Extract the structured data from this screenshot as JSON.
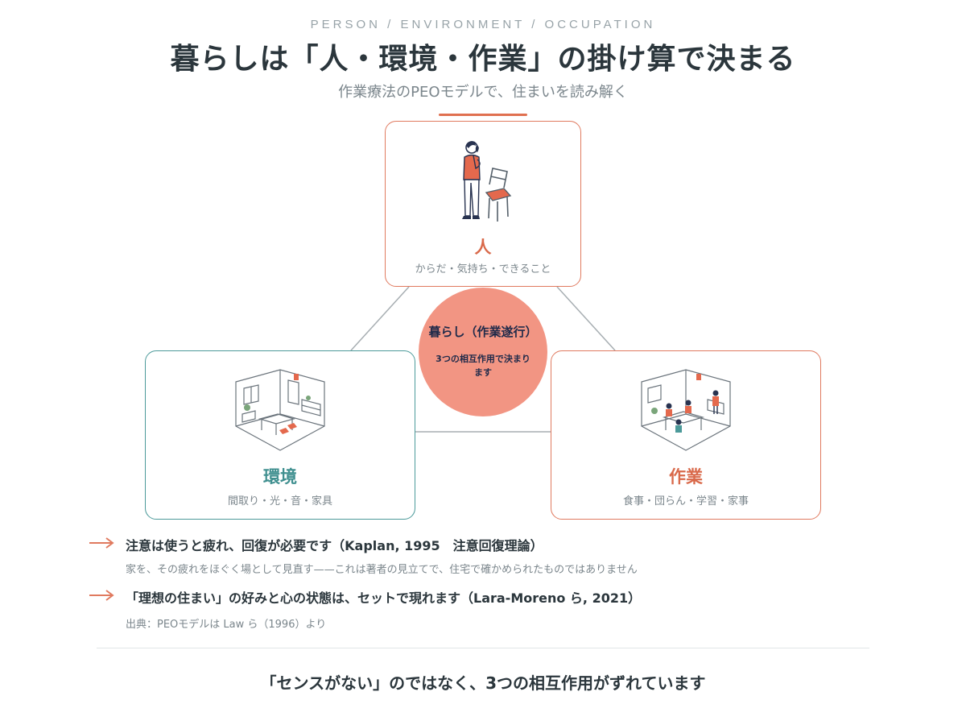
{
  "header": {
    "eyebrow": "PERSON / ENVIRONMENT / OCCUPATION",
    "title": "暮らしは「人・環境・作業」の掛け算で決まる",
    "subtitle": "作業療法のPEOモデルで、住まいを読み解く"
  },
  "nodes": {
    "person": {
      "label": "人",
      "sub": "からだ・気持ち・できること",
      "color": "#e07a5f"
    },
    "environment": {
      "label": "環境",
      "sub": "間取り・光・音・家具",
      "color": "#4c9a9a"
    },
    "occupation": {
      "label": "作業",
      "sub": "食事・団らん・学習・家事",
      "color": "#e07a5f"
    }
  },
  "center": {
    "title": "暮らし（作業遂行）",
    "sub": "3つの相互作用で決まります",
    "color": "#f29583"
  },
  "notes": [
    {
      "headline": "注意は使うと疲れ、回復が必要です（Kaplan, 1995　注意回復理論）",
      "detail": "家を、その疲れをほぐく場として見直す——これは著者の見立てで、住宅で確かめられたものではありません"
    },
    {
      "headline": "「理想の住まい」の好みと心の状態は、セットで現れます（Lara-Moreno ら, 2021）"
    }
  ],
  "source": "出典：PEOモデルは Law ら（1996）より",
  "footer": "「センスがない」のではなく、3つの相互作用がずれています"
}
